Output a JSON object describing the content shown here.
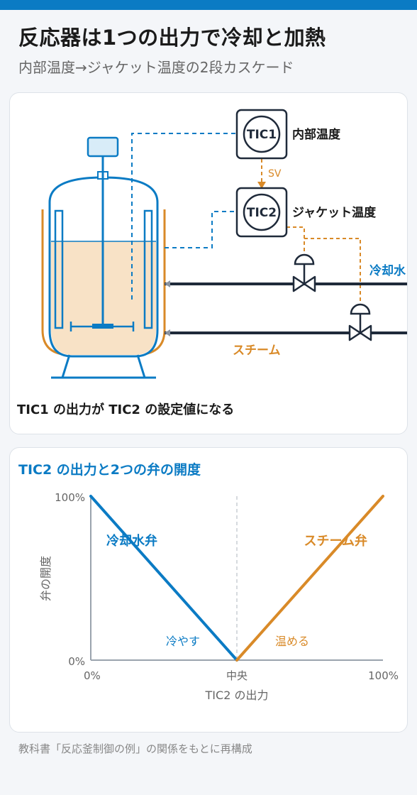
{
  "header": {
    "title": "反応器は1つの出力で冷却と加熱",
    "subtitle": "内部温度→ジャケット温度の2段カスケード"
  },
  "diagram": {
    "tic1_tag": "TIC1",
    "tic1_label": "内部温度",
    "sv_label": "SV",
    "tic2_tag": "TIC2",
    "tic2_label": "ジャケット温度",
    "cooling_water_label": "冷却水",
    "steam_label": "スチーム",
    "caption": "TIC1 の出力が TIC2 の設定値になる",
    "colors": {
      "cooling": "#0b7bc4",
      "steam": "#d98a28",
      "liquid": "#f8e2c6",
      "pipe": "#1f2a3a"
    }
  },
  "chart_title": "TIC2 の出力と2つの弁の開度",
  "chart_data": {
    "type": "line",
    "xlabel": "TIC2 の出力",
    "ylabel": "弁の開度",
    "x_tick_labels": [
      "0%",
      "中央",
      "100%"
    ],
    "y_tick_labels": [
      "0%",
      "100%"
    ],
    "xlim": [
      0,
      100
    ],
    "ylim": [
      0,
      100
    ],
    "series": [
      {
        "name": "冷却水弁",
        "color": "#0b7bc4",
        "x": [
          0,
          50
        ],
        "y": [
          100,
          0
        ]
      },
      {
        "name": "スチーム弁",
        "color": "#d98a28",
        "x": [
          50,
          100
        ],
        "y": [
          0,
          100
        ]
      }
    ],
    "annotations": [
      "冷やす",
      "温める"
    ],
    "midline": true
  },
  "footer": "教科書「反応釜制御の例」の関係をもとに再構成"
}
